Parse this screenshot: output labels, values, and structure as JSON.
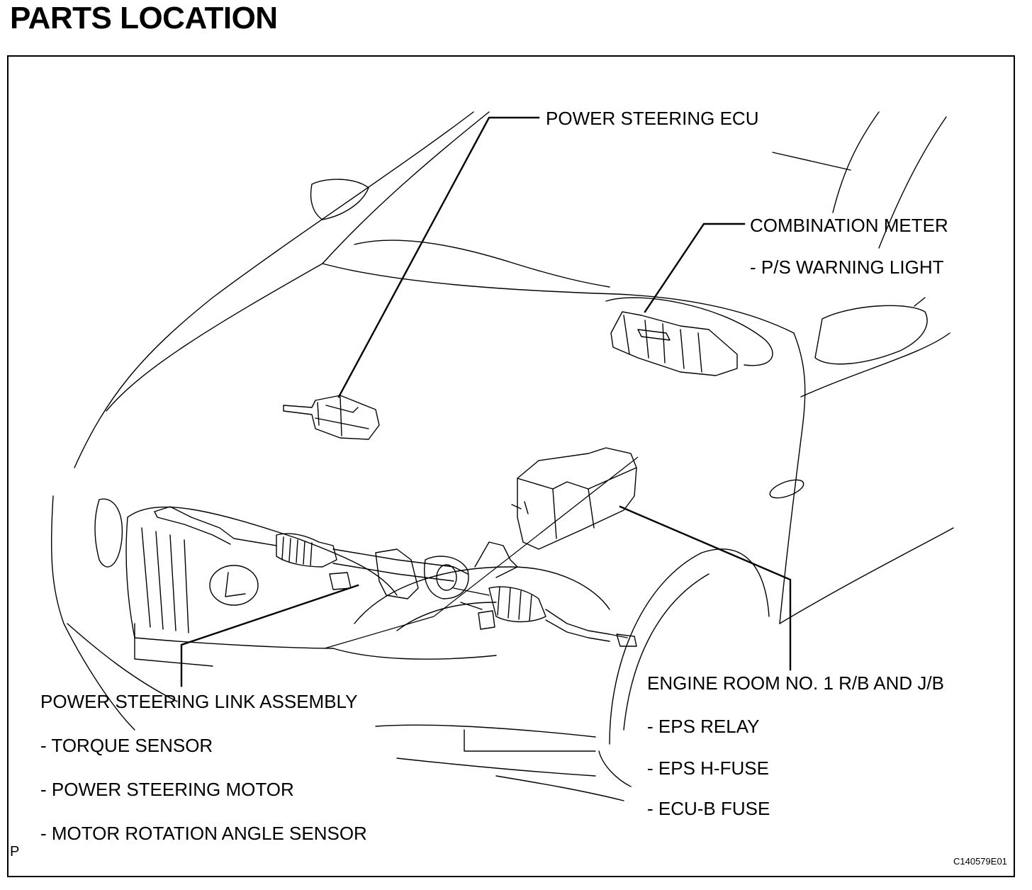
{
  "title": "PARTS LOCATION",
  "labels": {
    "power_steering_ecu": "POWER STEERING ECU",
    "combination_meter": "COMBINATION METER",
    "ps_warning_light": "- P/S WARNING LIGHT",
    "engine_room_rb_jb": "ENGINE ROOM NO. 1 R/B AND J/B",
    "eps_relay": "- EPS RELAY",
    "eps_h_fuse": "- EPS H-FUSE",
    "ecu_b_fuse": "- ECU-B FUSE",
    "power_steering_link": "POWER STEERING LINK ASSEMBLY",
    "torque_sensor": "- TORQUE SENSOR",
    "power_steering_motor": "- POWER STEERING MOTOR",
    "motor_rotation_angle_sensor": "- MOTOR ROTATION ANGLE SENSOR"
  },
  "corner_mark": "P",
  "figure_code": "C140579E01"
}
